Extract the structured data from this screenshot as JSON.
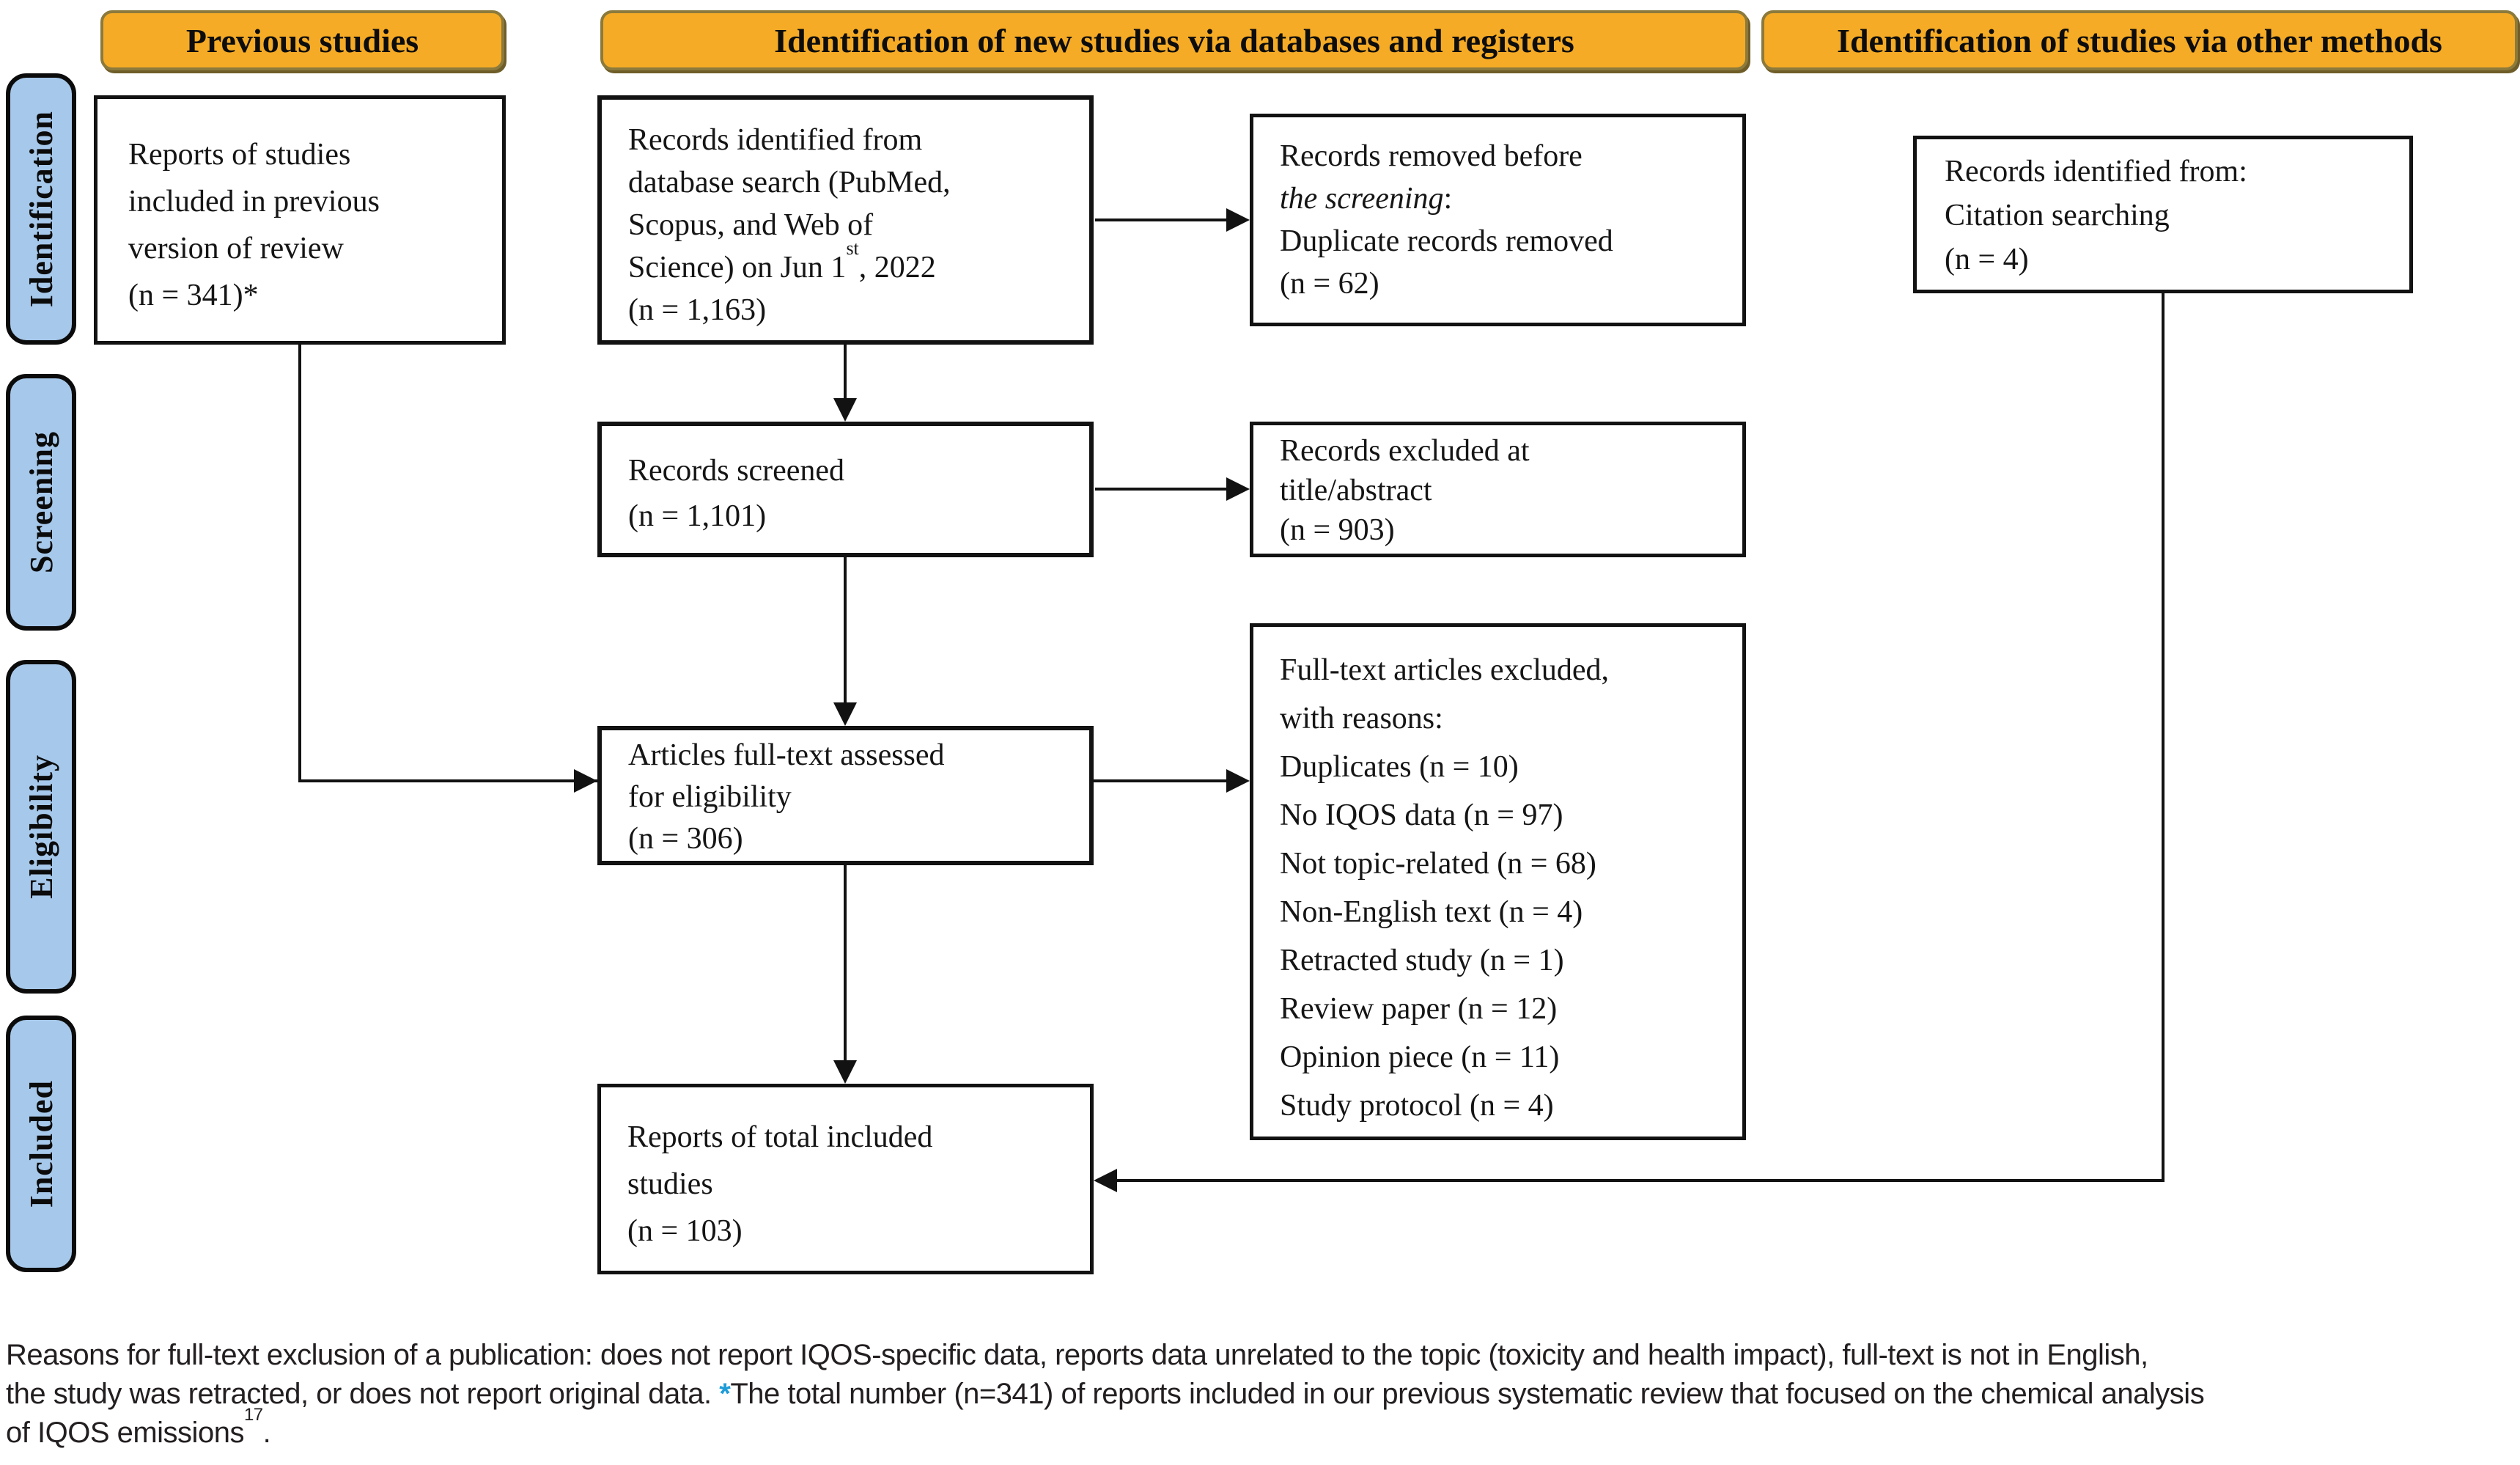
{
  "colors": {
    "header_bg": "#F5AB26",
    "header_border": "#8B7A3C",
    "header_shadow": "#6E5D28",
    "stage_bg": "#A6C8EA",
    "box_border": "#121212",
    "text": "#151515",
    "footer_text": "#231F20",
    "accent_star": "#1E9CD7"
  },
  "headers": {
    "previous": "Previous studies",
    "databases": "Identification of new studies via databases and registers",
    "other_methods": "Identification of studies via other methods"
  },
  "stages": [
    "Identification",
    "Screening",
    "Eligibility",
    "Included"
  ],
  "boxes": {
    "previous_reports": {
      "lines": [
        "Reports of studies",
        "included in previous",
        "version of review",
        "(n = 341)*"
      ]
    },
    "records_identified": {
      "line1": "Records identified from",
      "line2": "database search (PubMed,",
      "line3": "Scopus, and Web of",
      "line4_pre": "Science) on Jun 1",
      "line4_sup": "st",
      "line4_post": ", 2022",
      "line5": "(n = 1,163)"
    },
    "records_removed": {
      "line1": "Records removed before",
      "line2_italic": "the screening",
      "line2_colon": ":",
      "line3": "Duplicate records removed",
      "line4": "(n = 62)"
    },
    "citation_searching": {
      "lines": [
        "Records identified from:",
        "Citation searching",
        "(n = 4)"
      ]
    },
    "records_screened": {
      "lines": [
        "Records screened",
        "(n = 1,101)"
      ]
    },
    "records_excluded": {
      "lines": [
        "Records excluded at",
        "title/abstract",
        "(n = 903)"
      ]
    },
    "fulltext_assessed": {
      "lines": [
        "Articles full-text assessed",
        "for eligibility",
        "(n = 306)"
      ]
    },
    "fulltext_excluded": {
      "lines": [
        "Full-text articles excluded,",
        "with reasons:",
        "Duplicates (n = 10)",
        "No IQOS data (n = 97)",
        "Not topic-related (n = 68)",
        "Non-English text (n = 4)",
        "Retracted study (n = 1)",
        "Review paper (n = 12)",
        "Opinion piece (n = 11)",
        "Study protocol (n = 4)"
      ]
    },
    "total_included": {
      "lines": [
        "Reports of total included",
        "studies",
        "(n = 103)"
      ]
    }
  },
  "footer": {
    "line1": "Reasons for full-text exclusion of a publication: does not report IQOS-specific data, reports data unrelated to the topic (toxicity and health impact), full-text is not in English,",
    "line2_pre": "the study was retracted, or does not report original data. ",
    "line2_star": "*",
    "line2_post": "The total number (n=341) of reports included in our previous systematic review that focused on the chemical analysis",
    "line3_pre": "of IQOS emissions",
    "line3_sup": "17",
    "line3_end": "."
  }
}
